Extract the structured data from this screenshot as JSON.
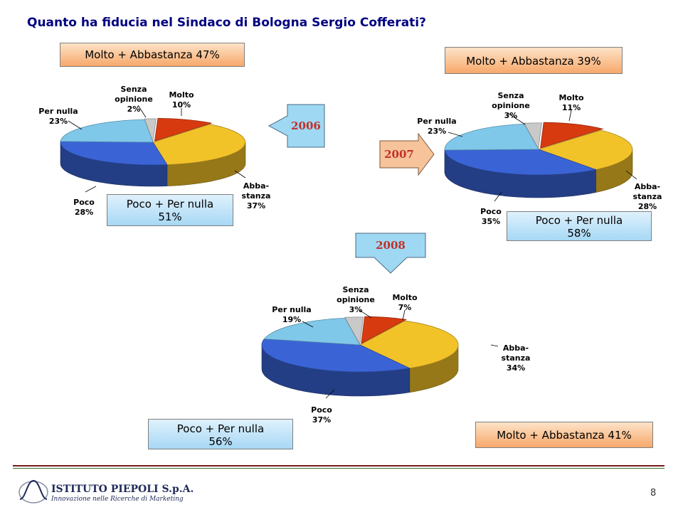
{
  "title": "Quanto ha fiducia nel Sindaco di Bologna Sergio Cofferati?",
  "chart_data": [
    {
      "type": "pie",
      "year": "2006",
      "categories": [
        "Molto",
        "Abbastanza",
        "Poco",
        "Per nulla",
        "Senza opinione"
      ],
      "values": [
        10,
        37,
        28,
        23,
        2
      ],
      "labels": [
        "Molto\n10%",
        "Abba-\nstanza\n37%",
        "Poco\n28%",
        "Per nulla\n23%",
        "Senza\nopinione\n2%"
      ],
      "summary_top": "Molto + Abbastanza 47%",
      "summary_bottom": [
        "Poco + Per nulla",
        "51%"
      ]
    },
    {
      "type": "pie",
      "year": "2007",
      "categories": [
        "Molto",
        "Abbastanza",
        "Poco",
        "Per nulla",
        "Senza opinione"
      ],
      "values": [
        11,
        28,
        35,
        23,
        3
      ],
      "labels": [
        "Molto\n11%",
        "Abba-\nstanza\n28%",
        "Poco\n35%",
        "Per nulla\n23%",
        "Senza\nopinione\n3%"
      ],
      "summary_top": "Molto + Abbastanza 39%",
      "summary_bottom": [
        "Poco + Per nulla",
        "58%"
      ]
    },
    {
      "type": "pie",
      "year": "2008",
      "categories": [
        "Molto",
        "Abbastanza",
        "Poco",
        "Per nulla",
        "Senza opinione"
      ],
      "values": [
        7,
        34,
        37,
        19,
        3
      ],
      "labels": [
        "Molto\n7%",
        "Abba-\nstanza\n34%",
        "Poco\n37%",
        "Per nulla\n19%",
        "Senza\nopinione\n3%"
      ],
      "summary_top": "Molto + Abbastanza 41%",
      "summary_bottom": [
        "Poco + Per nulla",
        "56%"
      ]
    }
  ],
  "colors": {
    "molto": "#d83a10",
    "abbastanza": "#f2c229",
    "poco": "#3a64d6",
    "per_nulla": "#7fc8ea",
    "senza_opinione": "#c9c9c9",
    "year_text": "#c0302a",
    "title": "#000080"
  },
  "footer": {
    "company": "ISTITUTO PIEPOLI S.p.A.",
    "tagline": "Innovazione nelle Ricerche di Marketing",
    "page": "8"
  }
}
